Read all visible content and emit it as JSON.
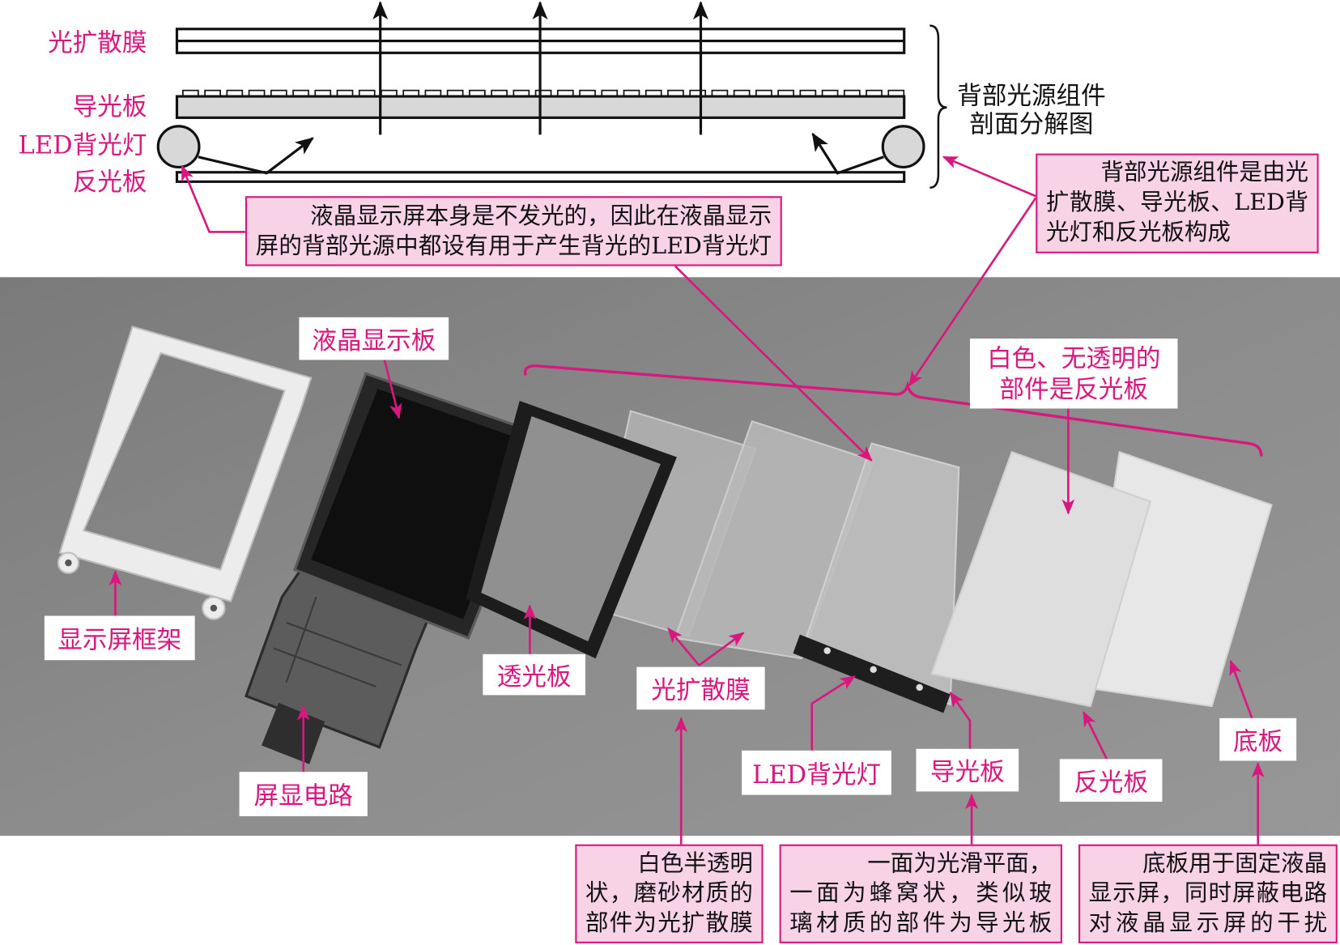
{
  "colors": {
    "accent": "#d8177f",
    "callout_fill": "#f8d3e6",
    "text": "#111111"
  },
  "section_diagram": {
    "layer_labels": [
      "光扩散膜",
      "导光板",
      "LED背光灯",
      "反光板"
    ],
    "title_lines": [
      "背部光源组件",
      "剖面分解图"
    ],
    "note_composition": [
      "背部光源组件是由光",
      "扩散膜、导光板、LED背",
      "光灯和反光板构成"
    ],
    "note_led": [
      "液晶显示屏本身是不发光的，因此在液晶显示",
      "屏的背部光源中都设有用于产生背光的LED背光灯"
    ]
  },
  "section_photo": {
    "labels": {
      "lcd_panel": "液晶显示板",
      "reflector_note": [
        "白色、无透明的",
        "部件是反光板"
      ],
      "display_frame": "显示屏框架",
      "transparent_plate": "透光板",
      "diffusion_film": "光扩散膜",
      "display_circuit": "屏显电路",
      "led_backlight": "LED背光灯",
      "light_guide": "导光板",
      "reflector": "反光板",
      "base_plate": "底板"
    }
  },
  "callouts": {
    "diffusion_film": [
      "白色半透明",
      "状，磨砂材质的",
      "部件为光扩散膜"
    ],
    "light_guide": [
      "一面为光滑平面，",
      "一面为蜂窝状，类似玻",
      "璃材质的部件为导光板"
    ],
    "base_plate": [
      "底板用于固定液晶",
      "显示屏，同时屏蔽电路",
      "对液晶显示屏的干扰"
    ]
  }
}
